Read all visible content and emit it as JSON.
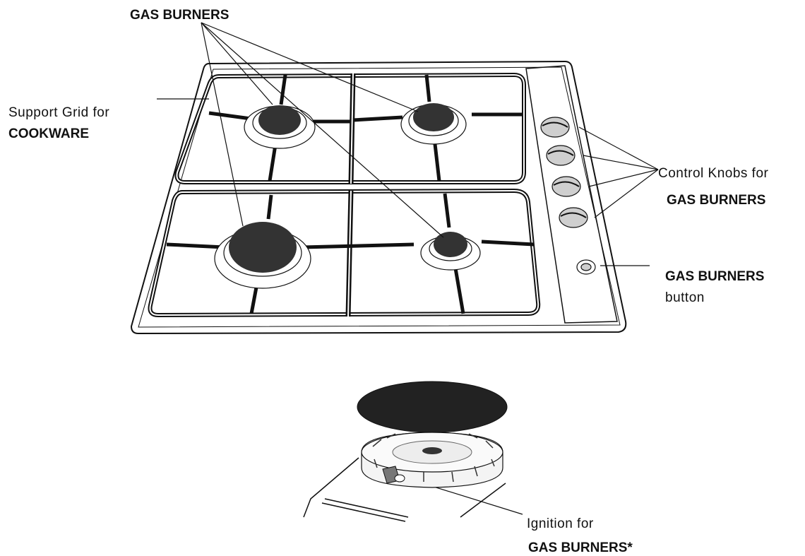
{
  "labels": {
    "top_burners": "GAS BURNERS",
    "support_grid_line1": "Support Grid for",
    "support_grid_line2": "COOKWARE",
    "knobs_line1": "Control Knobs for",
    "knobs_line2": "GAS BURNERS",
    "button_line1": "GAS BURNERS",
    "button_line2": "button",
    "ignition_line1": "Ignition for",
    "ignition_line2": "GAS BURNERS*"
  },
  "colors": {
    "line": "#111111",
    "burner_cap": "#333333",
    "knob": "#cfcfcf",
    "panel": "#ffffff"
  },
  "parts": {
    "burners": [
      "burner-rear-left",
      "burner-rear-right",
      "burner-front-left",
      "burner-front-right"
    ],
    "knobs": [
      "knob-1",
      "knob-2",
      "knob-3",
      "knob-4"
    ],
    "button": "ignition-button"
  }
}
